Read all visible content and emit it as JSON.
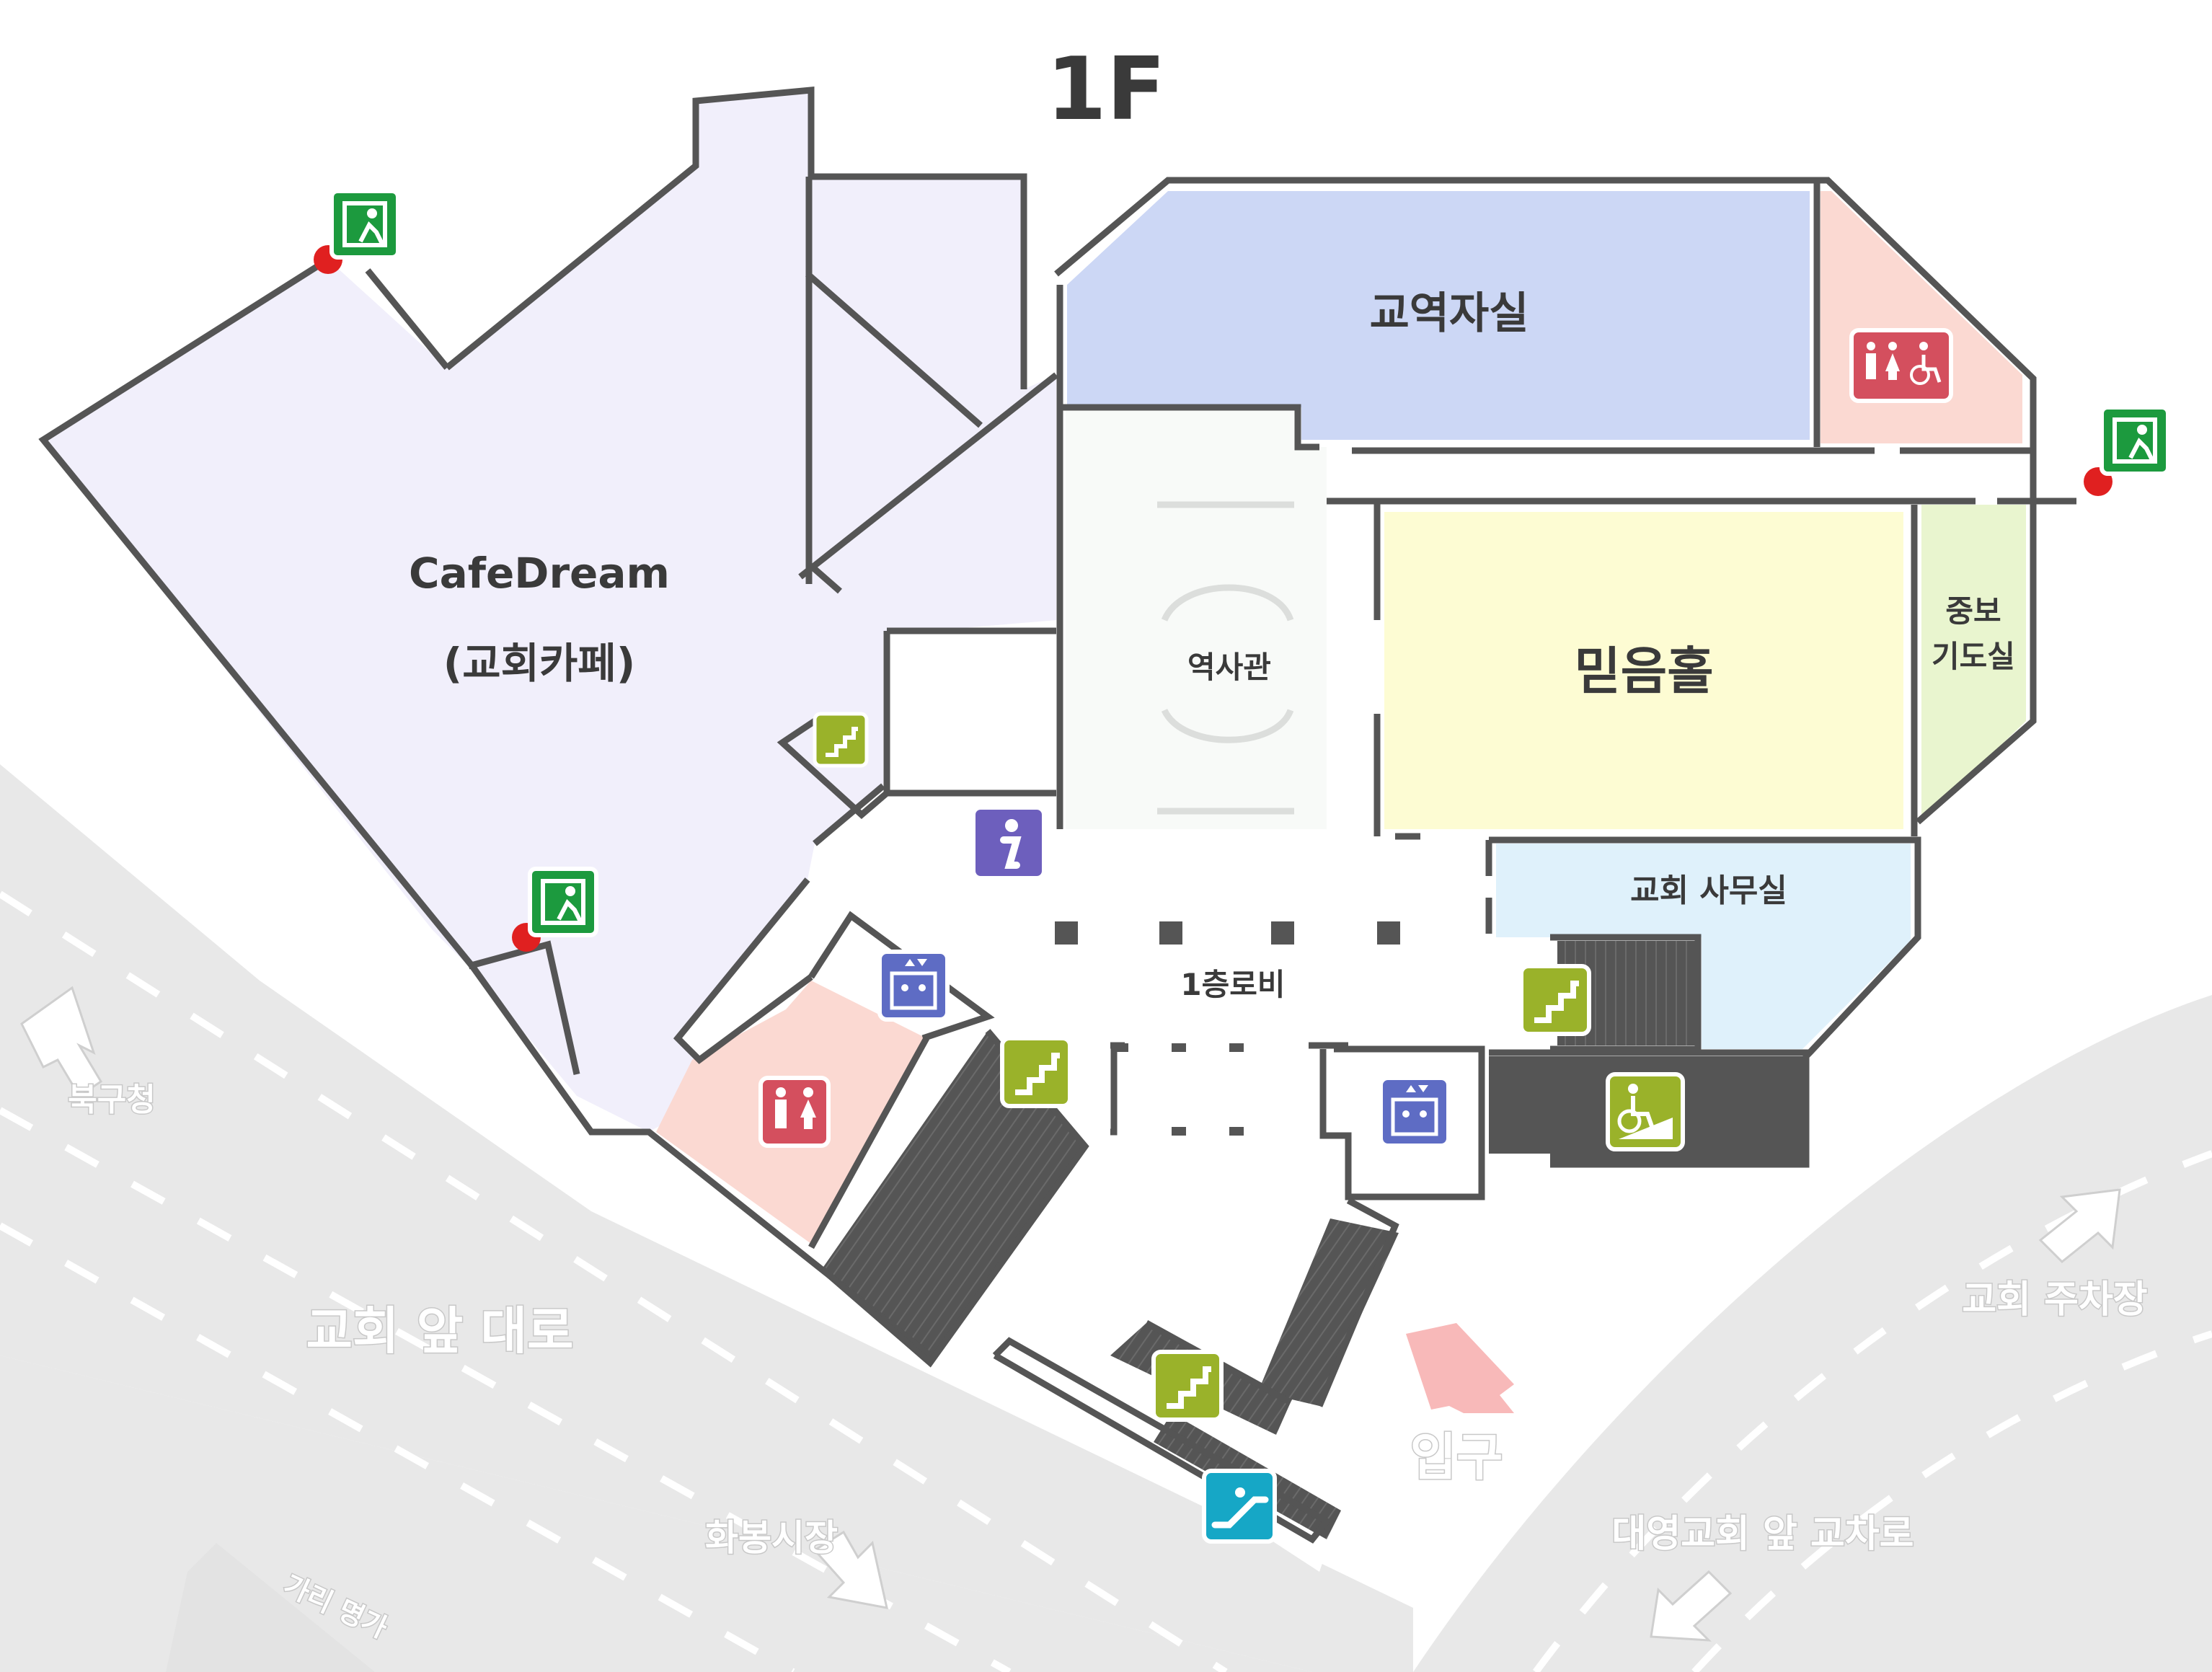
{
  "floor_label": "1F",
  "rooms": {
    "cafe": {
      "name": "CafeDream",
      "sub": "(교회카페)"
    },
    "storage": {
      "name": "교역자실"
    },
    "history": {
      "name": "역사관"
    },
    "faith_hall": {
      "name": "믿음홀"
    },
    "prayer_room": {
      "line1": "중보",
      "line2": "기도실"
    },
    "office": {
      "name": "교회 사무실"
    },
    "lobby": {
      "name": "1층로비"
    }
  },
  "streets": {
    "north_office": "북구청",
    "main_road": "교회 앞 대로",
    "market": "화봉시장",
    "furniture_street": "가리 명가",
    "parking": "교회 주차장",
    "intersection": "대영교회 앞 교차로",
    "entrance": "입구"
  },
  "colors": {
    "cafe": "#f1effb",
    "storage": "#ccd7f5",
    "restroom": "#fbd9d2",
    "faith_hall": "#fdfcd3",
    "prayer_room": "#e9f5cf",
    "office": "#dff1fb",
    "road": "#e8e8e8",
    "wall": "#555555",
    "entrance_arrow": "#f8b9b9"
  },
  "icons": {
    "exit": "emergency-exit-icon",
    "stairs": "stairs-icon",
    "elevator": "elevator-icon",
    "restroom": "restroom-icon",
    "accessible_restroom": "accessible-restroom-icon",
    "ramp": "wheelchair-ramp-icon",
    "escalator": "escalator-icon",
    "info": "information-icon"
  }
}
